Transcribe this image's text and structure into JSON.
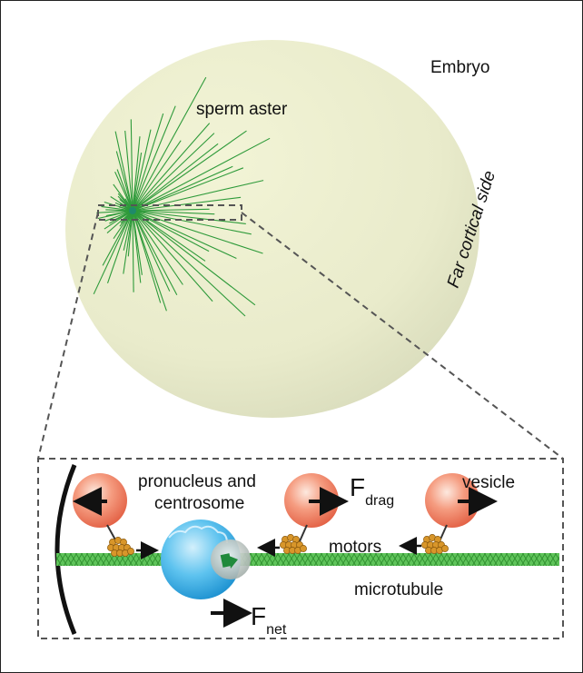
{
  "labels": {
    "embryo": "Embryo",
    "sperm_aster": "sperm aster",
    "far_cortical_side": "Far cortical side",
    "pronucleus_line1": "pronucleus and",
    "pronucleus_line2": "centrosome",
    "f_drag_main": "F",
    "f_drag_sub": "drag",
    "f_net_main": "F",
    "f_net_sub": "net",
    "vesicle": "vesicle",
    "motors": "motors",
    "microtubule": "microtubule"
  },
  "colors": {
    "embryo_fill": "#eef0d2",
    "aster_green": "#2e9a3a",
    "microtubule_green": "#4cc04a",
    "vesicle_red": "#f07a5e",
    "motor_orange": "#d8962a",
    "pronucleus_blue": "#3fb0e6",
    "centrosome_green": "#1f8a3c",
    "dash_gray": "#555555"
  },
  "icons": [
    "arrow-left-icon",
    "arrow-right-icon",
    "centrosome-icon",
    "motor-icon"
  ]
}
